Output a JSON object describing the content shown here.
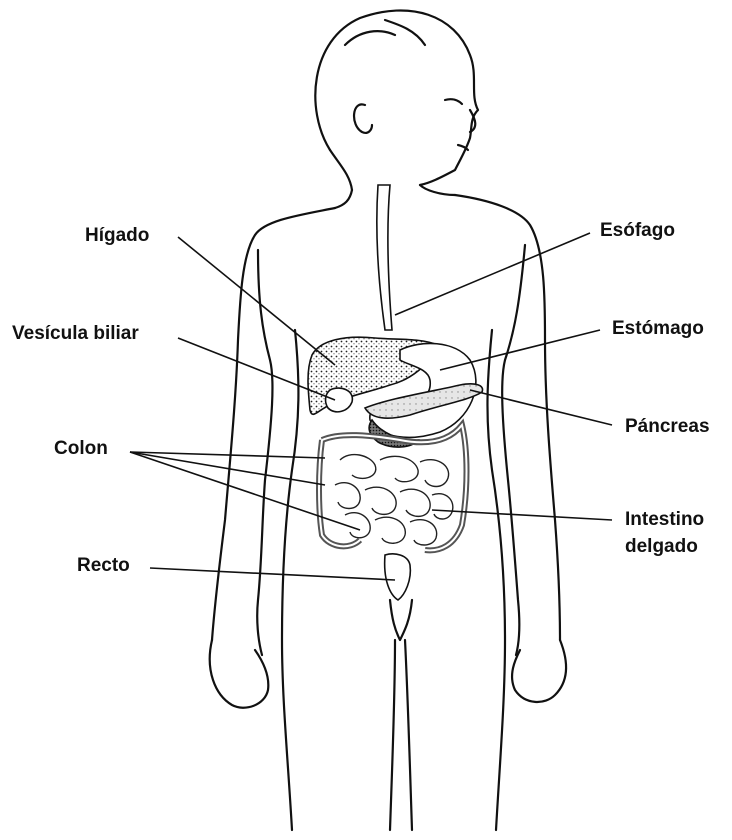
{
  "labels": {
    "higado": "Hígado",
    "vesicula": "Vesícula biliar",
    "colon": "Colon",
    "recto": "Recto",
    "esofago": "Esófago",
    "estomago": "Estómago",
    "pancreas": "Páncreas",
    "intestino_line1": "Intestino",
    "intestino_line2": "delgado"
  }
}
